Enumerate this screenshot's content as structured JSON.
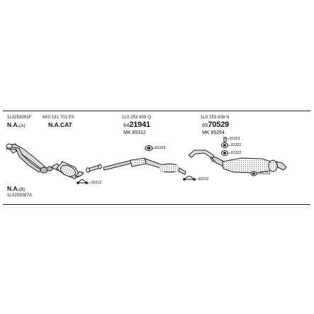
{
  "separators": 2,
  "groups": [
    {
      "id": "g1",
      "part_numbers": [
        "1L0253091F"
      ],
      "na_label": "N.A.",
      "na_suffix": "(A)"
    },
    {
      "id": "g2",
      "part_numbers": [
        "6K0 131 701 PX"
      ],
      "na_label": "N.A.CAT"
    },
    {
      "id": "g3",
      "part_numbers": [
        "1L0 253 409 Q"
      ],
      "code_prefix": "64",
      "code_main": "21941",
      "mk_label": "MK 85312"
    },
    {
      "id": "g4",
      "part_numbers": [
        "1L0 253 609 N"
      ],
      "code_prefix": "65",
      "code_main": "70529",
      "mk_label": "MK 85264"
    }
  ],
  "bottom_left": {
    "na_label": "N.A.",
    "na_suffix": "(B)",
    "part_number": "1L0253087A"
  },
  "tags": {
    "t82312a": "82312",
    "t81203a": "81203",
    "t82312b": "82312",
    "t81323": "81323",
    "t81322a": "81322",
    "t81322b": "81322",
    "t81203b": "81203"
  },
  "icons": [
    "clamp-icon",
    "rubber-mount-icon",
    "hanger-ring-icon"
  ]
}
